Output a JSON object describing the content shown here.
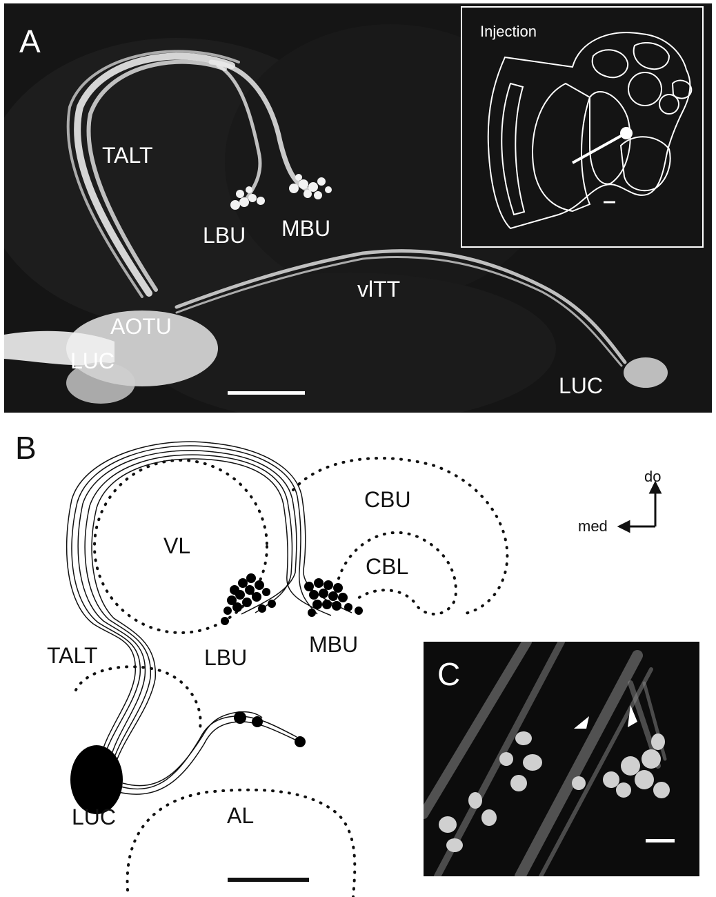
{
  "panelA": {
    "letter": "A",
    "labels": {
      "talt": "TALT",
      "lbu": "LBU",
      "mbu": "MBU",
      "vltt": "vlTT",
      "aotu": "AOTU",
      "luc_left": "LUC",
      "luc_right": "LUC"
    },
    "inset": {
      "title": "Injection"
    }
  },
  "panelB": {
    "letter": "B",
    "labels": {
      "cbu": "CBU",
      "cbl": "CBL",
      "vl": "VL",
      "talt": "TALT",
      "lbu": "LBU",
      "mbu": "MBU",
      "luc": "LUC",
      "al": "AL"
    },
    "axes": {
      "up": "do",
      "left": "med"
    }
  },
  "panelC": {
    "letter": "C"
  }
}
